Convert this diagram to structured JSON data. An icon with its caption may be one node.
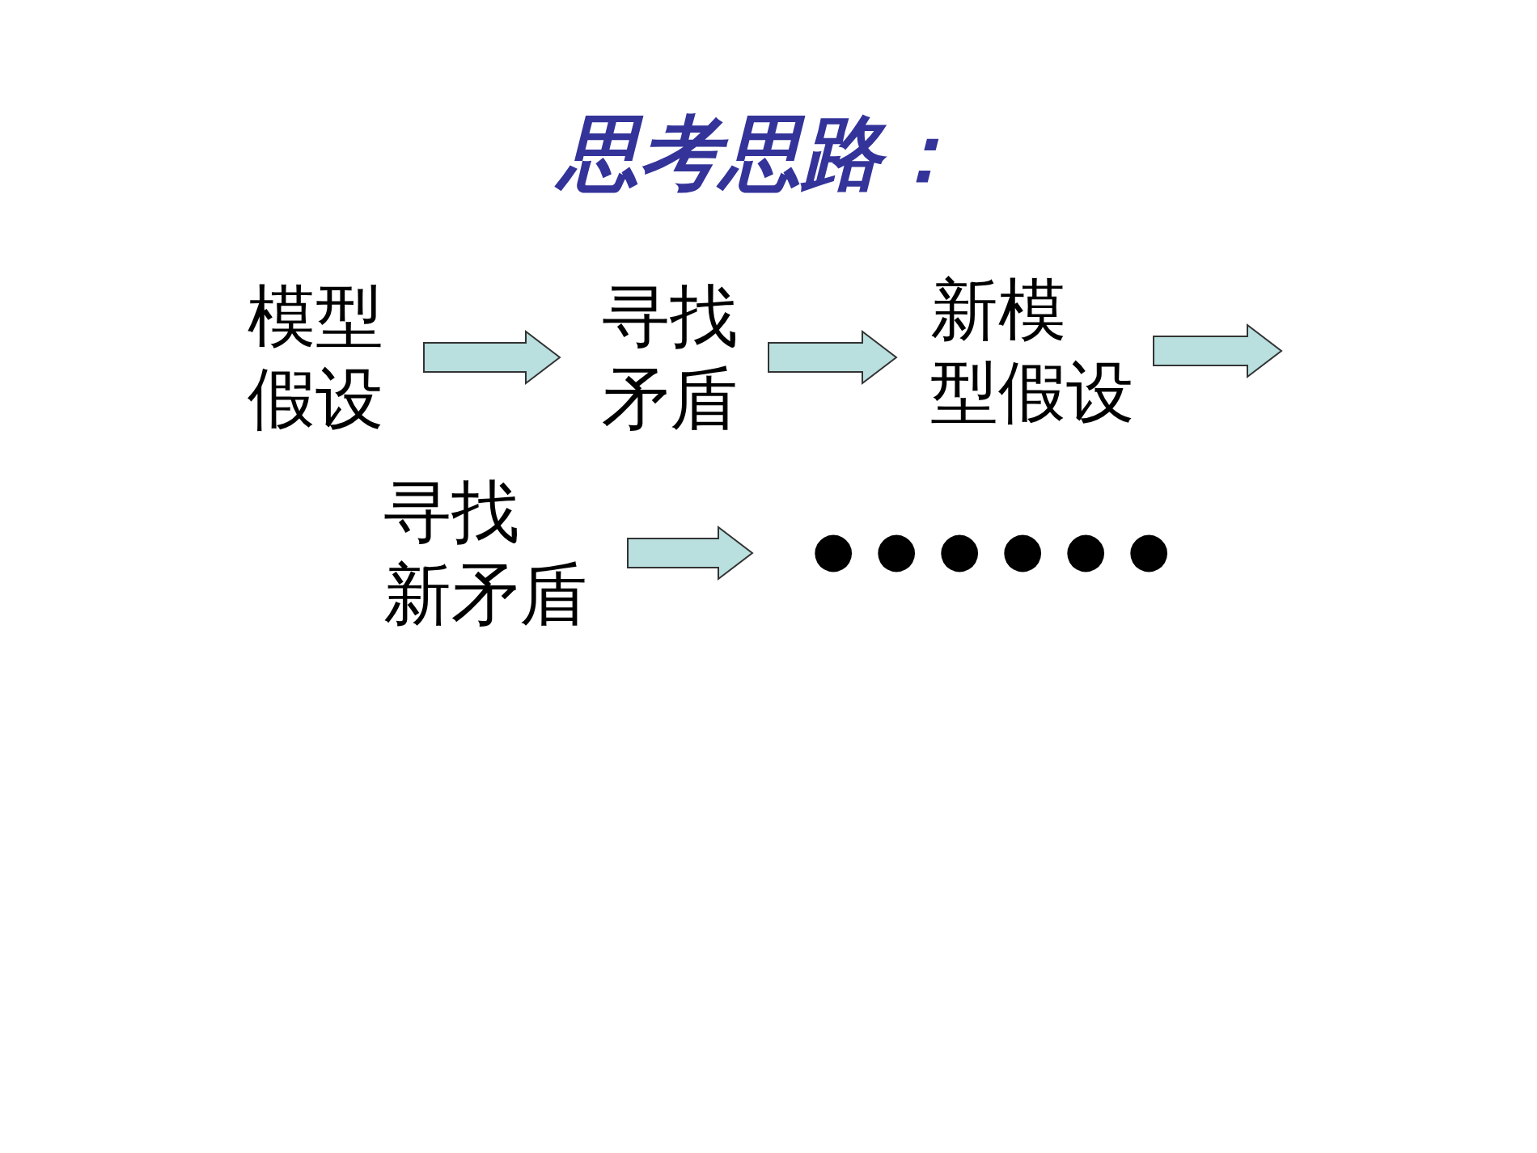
{
  "diagram": {
    "title": "思考思路：",
    "nodes": [
      {
        "text": [
          "模型假设"
        ]
      },
      {
        "text": [
          "寻找矛盾"
        ]
      },
      {
        "text": [
          "新模型假设"
        ]
      },
      {
        "text": [
          "寻找新矛盾"
        ]
      },
      {
        "text": [
          "●●●●●●"
        ]
      }
    ],
    "edges": [
      {
        "from": 0,
        "to": 1,
        "arrow": "to"
      },
      {
        "from": 1,
        "to": 2,
        "arrow": "to"
      },
      {
        "from": 2,
        "to": null,
        "arrow": "to"
      },
      {
        "from": 3,
        "to": 4,
        "arrow": "to"
      }
    ]
  }
}
